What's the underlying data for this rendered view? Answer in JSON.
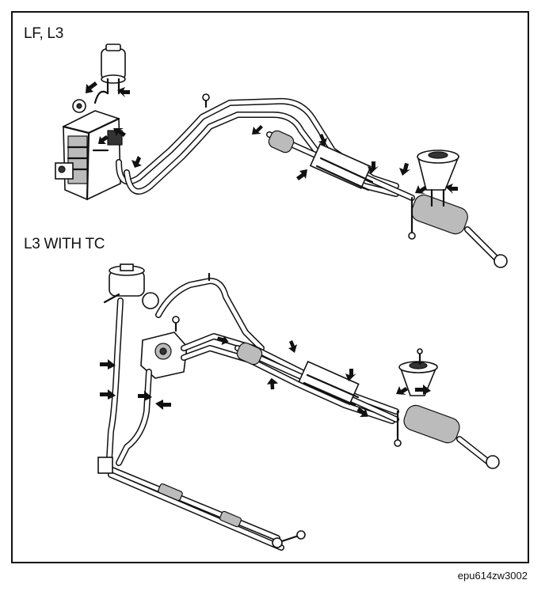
{
  "labels": {
    "top_section": "LF, L3",
    "bottom_section": "L3 WITH TC",
    "figure_id": "epu614zw3002"
  },
  "icons": {
    "arrow": "black-pointer-arrow"
  }
}
